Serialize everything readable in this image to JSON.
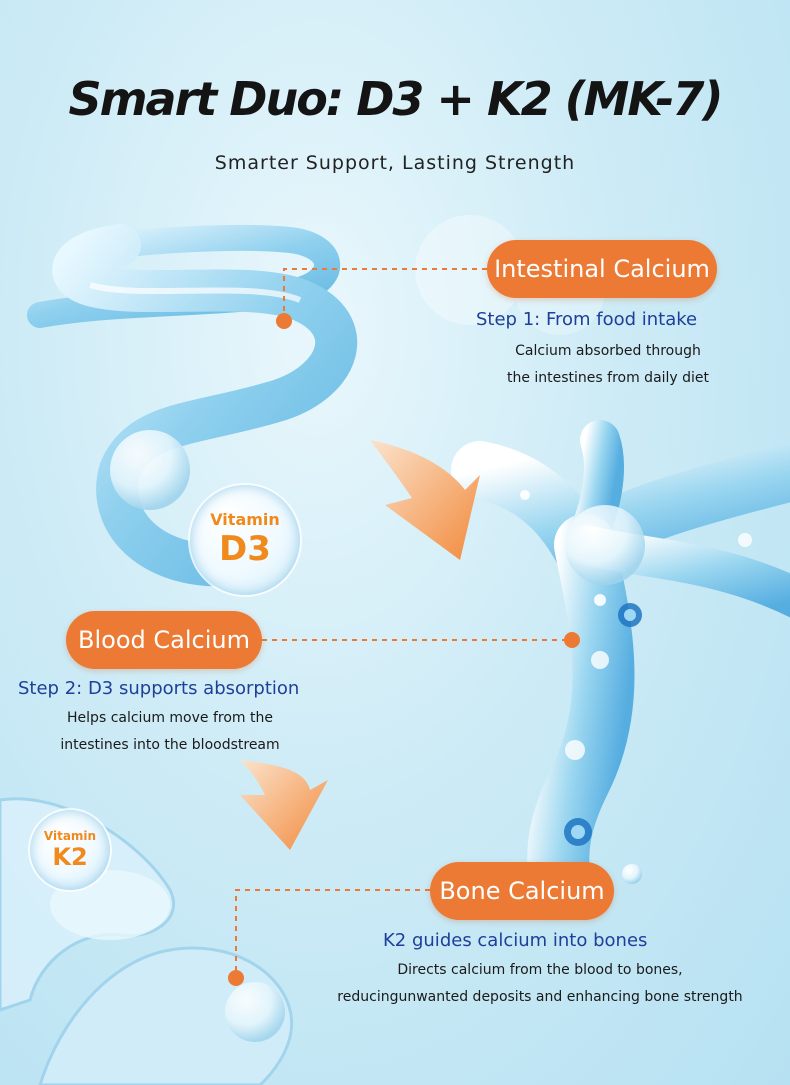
{
  "header": {
    "title": "Smart Duo: D3 + K2 (MK-7)",
    "subtitle": "Smarter Support, Lasting Strength"
  },
  "steps": [
    {
      "label": "Intestinal Calcium",
      "heading": "Step 1: From food intake",
      "lines": [
        "Calcium absorbed through",
        "the intestines from daily diet"
      ]
    },
    {
      "label": "Blood Calcium",
      "heading": "Step 2: D3 supports absorption",
      "lines": [
        "Helps calcium move from the",
        "intestines into the bloodstream"
      ]
    },
    {
      "label": "Bone Calcium",
      "heading": "K2 guides calcium into bones",
      "lines": [
        "Directs calcium from the blood to bones,",
        "reducingunwanted deposits and enhancing bone strength"
      ]
    }
  ],
  "badges": {
    "d3": {
      "top": "Vitamin",
      "main": "D3"
    },
    "k2": {
      "top": "Vitamin",
      "main": "K2"
    }
  },
  "colors": {
    "accent": "#ec7a34",
    "step_text": "#1e3f9a",
    "background": "#cdebf6",
    "badge_text": "#f08a1c"
  }
}
